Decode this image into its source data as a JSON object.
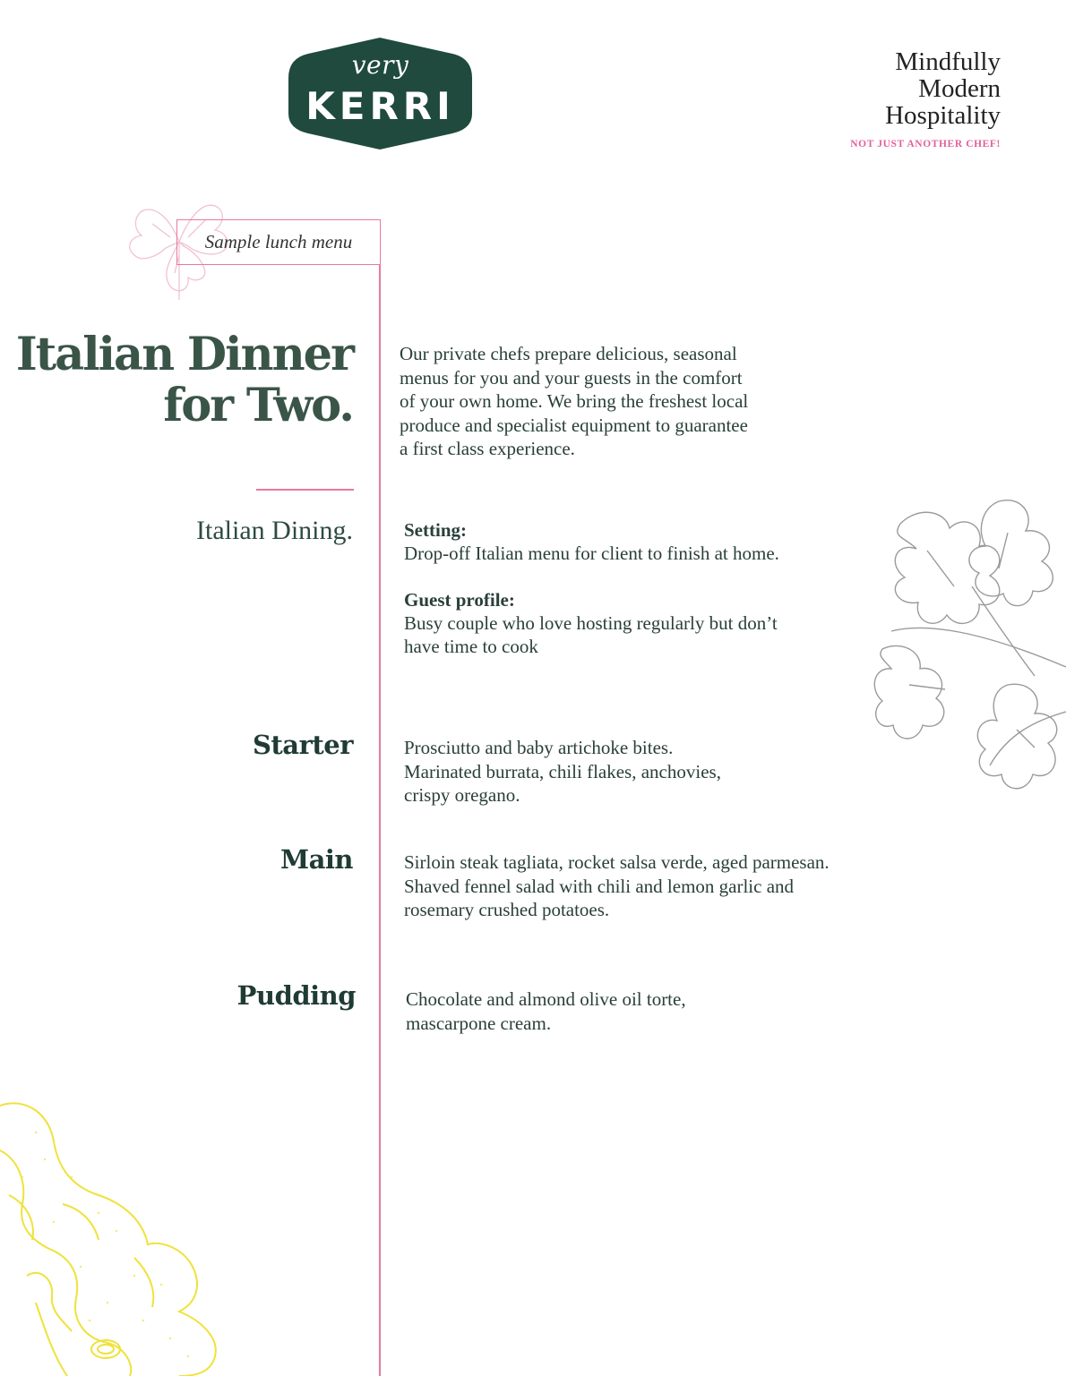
{
  "brand": {
    "logo_script": "very",
    "logo_word": "KERRI",
    "tagline": [
      "Mindfully",
      "Modern",
      "Hospitality"
    ],
    "subtagline": "NOT JUST ANOTHER CHEF!",
    "colors": {
      "logo_bg": "#1f4a3d",
      "accent_pink": "#e8799f",
      "heading_green": "#3a5548"
    }
  },
  "menu": {
    "label": "Sample lunch menu",
    "title_lines": [
      "Italian Dinner",
      "for Two."
    ],
    "intro_lines": [
      "Our private chefs prepare delicious, seasonal",
      "menus for you and your guests in the comfort",
      "of your own home. We bring the freshest local",
      "produce and specialist equipment to guarantee",
      "a first class experience."
    ],
    "subheading": "Italian Dining.",
    "setting_label": "Setting:",
    "setting_text": "Drop-off Italian menu for client to finish at home.",
    "guest_label": "Guest profile:",
    "guest_lines": [
      "Busy couple who love hosting regularly but don’t",
      "have time to cook"
    ],
    "courses": [
      {
        "name": "Starter",
        "lines": [
          "Prosciutto and baby artichoke bites.",
          "Marinated burrata, chili flakes, anchovies,",
          "crispy oregano."
        ]
      },
      {
        "name": "Main",
        "lines": [
          "Sirloin steak tagliata, rocket salsa verde, aged parmesan.",
          "Shaved fennel salad with chili and lemon garlic and",
          "rosemary crushed potatoes."
        ]
      },
      {
        "name": "Pudding",
        "lines": [
          "Chocolate and almond olive oil torte,",
          "mascarpone cream."
        ]
      }
    ]
  },
  "decorations": [
    "parsley-illustration-pink",
    "parsley-illustration-grey",
    "ginger-illustration-yellow"
  ]
}
